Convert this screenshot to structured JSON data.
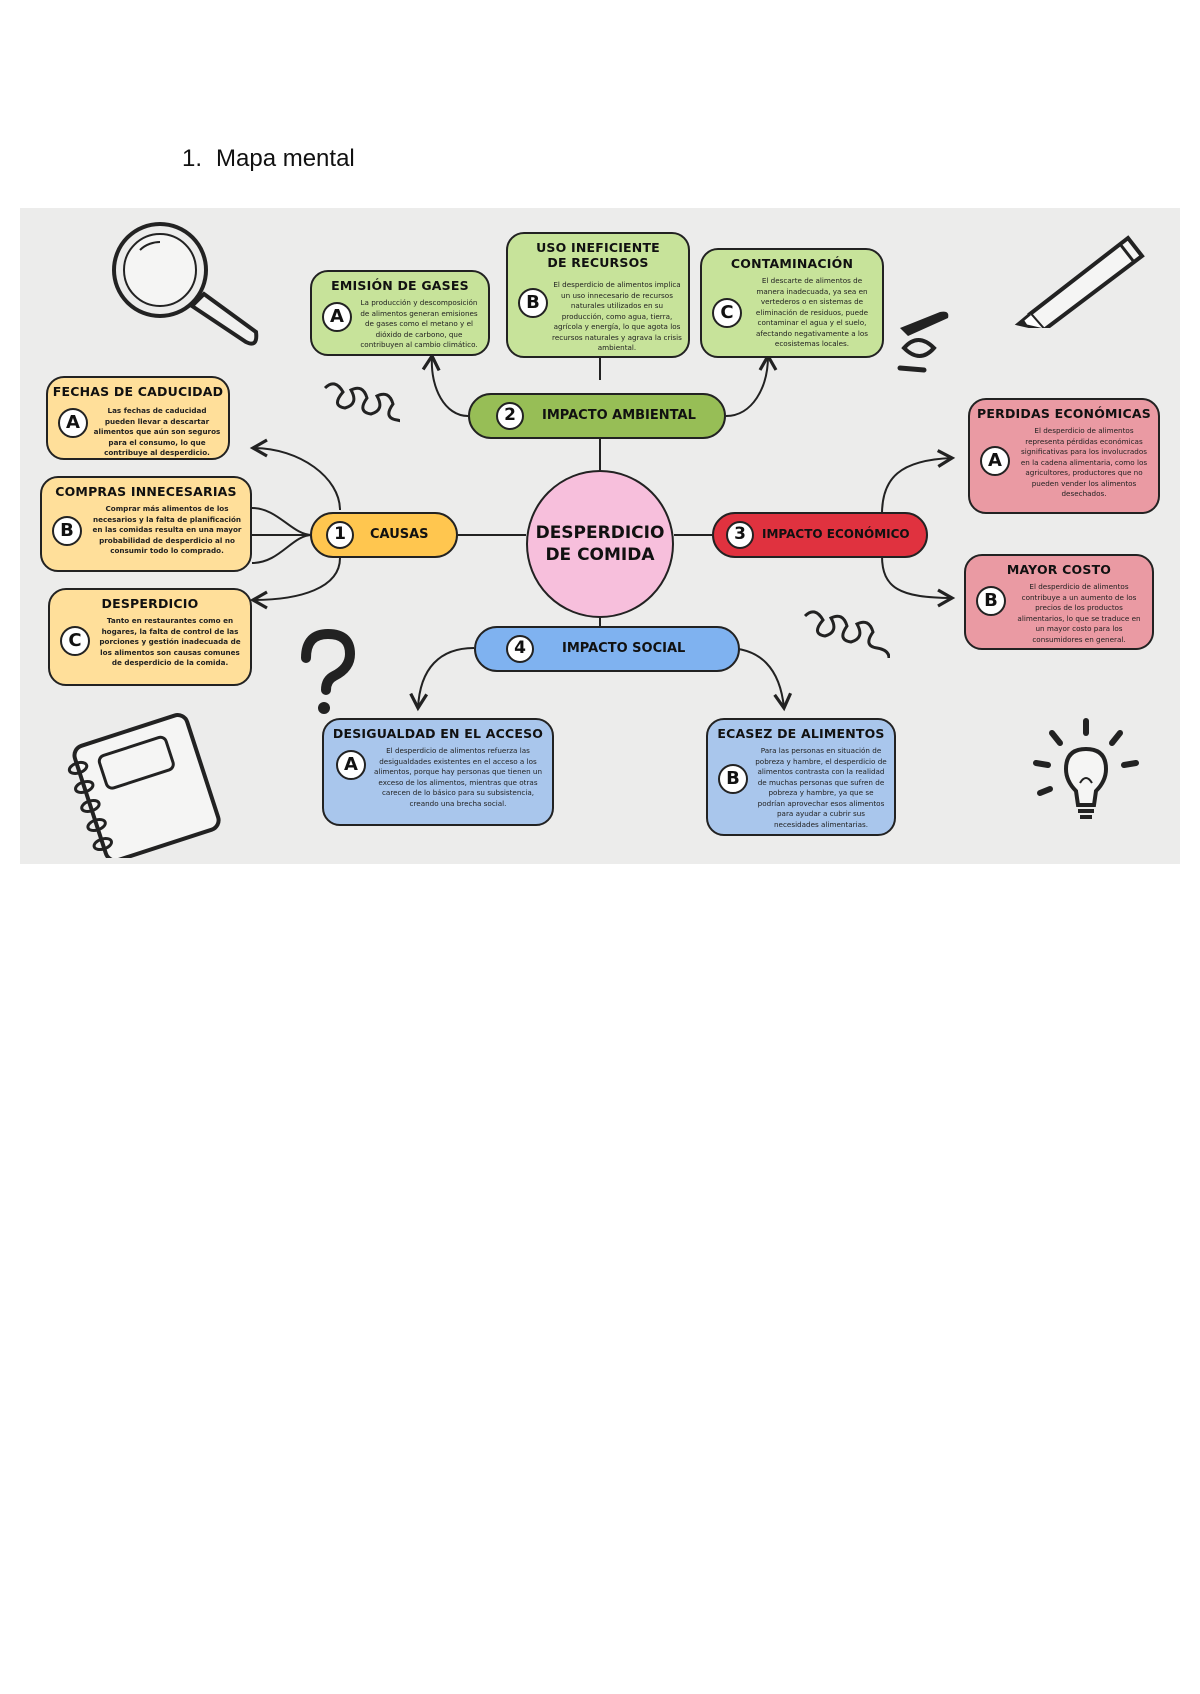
{
  "heading": {
    "number": "1.",
    "text": "Mapa mental"
  },
  "center": {
    "line1": "DESPERDICIO",
    "line2": "DE COMIDA"
  },
  "branches": [
    {
      "num": "1",
      "label": "CAUSAS"
    },
    {
      "num": "2",
      "label": "IMPACTO AMBIENTAL"
    },
    {
      "num": "3",
      "label": "IMPACTO ECONÓMICO"
    },
    {
      "num": "4",
      "label": "IMPACTO SOCIAL"
    }
  ],
  "causas": [
    {
      "letter": "A",
      "title": "FECHAS DE CADUCIDAD",
      "text": "Las fechas de caducidad pueden llevar a descartar alimentos que aún son seguros para el consumo, lo que contribuye al desperdicio."
    },
    {
      "letter": "B",
      "title": "COMPRAS INNECESARIAS",
      "text": "Comprar más alimentos de los necesarios y la falta de planificación en las comidas resulta en una mayor probabilidad de desperdicio al no consumir todo lo comprado."
    },
    {
      "letter": "C",
      "title": "DESPERDICIO",
      "text": "Tanto en restaurantes como en hogares, la falta de control de las porciones y gestión inadecuada de los alimentos son causas comunes de desperdicio de la comida."
    }
  ],
  "ambiental": [
    {
      "letter": "A",
      "title": "EMISIÓN DE GASES",
      "text": "La producción y descomposición de alimentos generan emisiones de gases como el metano y el dióxido de carbono, que contribuyen al cambio climático."
    },
    {
      "letter": "B",
      "title": "USO INEFICIENTE DE RECURSOS",
      "text": "El desperdicio de alimentos implica un uso innecesario de recursos naturales utilizados en su producción, como agua, tierra, agrícola y energía, lo que agota los recursos naturales y agrava la crisis ambiental."
    },
    {
      "letter": "C",
      "title": "CONTAMINACIÓN",
      "text": "El descarte de alimentos de manera inadecuada, ya sea en vertederos o en sistemas de eliminación de residuos, puede contaminar el agua y el suelo, afectando negativamente a los ecosistemas locales."
    }
  ],
  "economico": [
    {
      "letter": "A",
      "title": "PERDIDAS ECONÓMICAS",
      "text": "El desperdicio de alimentos representa pérdidas económicas significativas para los involucrados en la cadena alimentaria, como los agricultores, productores que no pueden vender los alimentos desechados."
    },
    {
      "letter": "B",
      "title": "MAYOR COSTO",
      "text": "El desperdicio de alimentos contribuye a un aumento de los precios de los productos alimentarios, lo que se traduce en un mayor costo para los consumidores en general."
    }
  ],
  "social": [
    {
      "letter": "A",
      "title": "DESIGUALDAD EN EL ACCESO",
      "text": "El desperdicio de alimentos refuerza las desigualdades existentes en el acceso a los alimentos, porque hay personas que tienen un exceso de los alimentos, mientras que otras carecen de lo básico para su subsistencia, creando una brecha social."
    },
    {
      "letter": "B",
      "title": "ECASEZ DE ALIMENTOS",
      "text": "Para las personas en situación de pobreza y hambre, el desperdicio de alimentos contrasta con la realidad de muchas personas que sufren de pobreza y hambre, ya que se podrían aprovechar esos alimentos para ayudar a cubrir sus necesidades alimentarias."
    }
  ],
  "colors": {
    "ambiental": "#97be56",
    "causas": "#ffc64f",
    "economico": "#e0323f",
    "social": "#7fb2f0",
    "center": "#f7bfdc"
  }
}
